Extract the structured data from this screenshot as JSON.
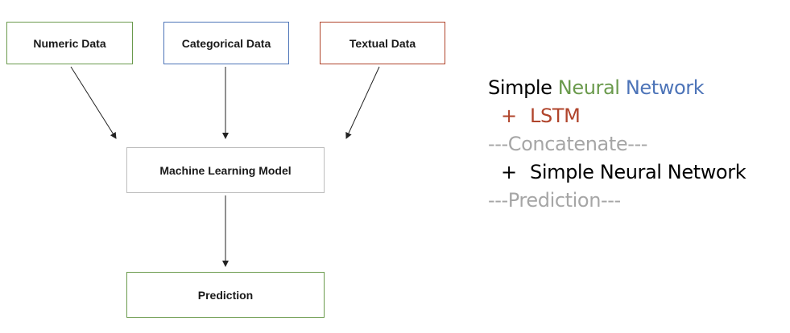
{
  "colors": {
    "green": "#6a9a4c",
    "blue": "#4d74b8",
    "red": "#b0442b",
    "gray": "#a6a6a6",
    "black": "#000000",
    "border_gray": "#bdbdbd",
    "arrow": "#222222"
  },
  "diagram": {
    "inputs": [
      {
        "label": "Numeric Data",
        "border": "#6a9a4c"
      },
      {
        "label": "Categorical Data",
        "border": "#4d74b8"
      },
      {
        "label": "Textual Data",
        "border": "#b0442b"
      }
    ],
    "model": {
      "label": "Machine Learning Model",
      "border": "#bdbdbd"
    },
    "output": {
      "label": "Prediction",
      "border": "#6a9a4c"
    }
  },
  "legend": {
    "line1": {
      "word1": "Simple",
      "word2": "Neural",
      "word3": "Network"
    },
    "line2": {
      "plus": "+",
      "text": "LSTM"
    },
    "line3": {
      "text": "---Concatenate---"
    },
    "line4": {
      "plus": "+",
      "text": "Simple Neural Network"
    },
    "line5": {
      "text": "---Prediction---"
    }
  }
}
